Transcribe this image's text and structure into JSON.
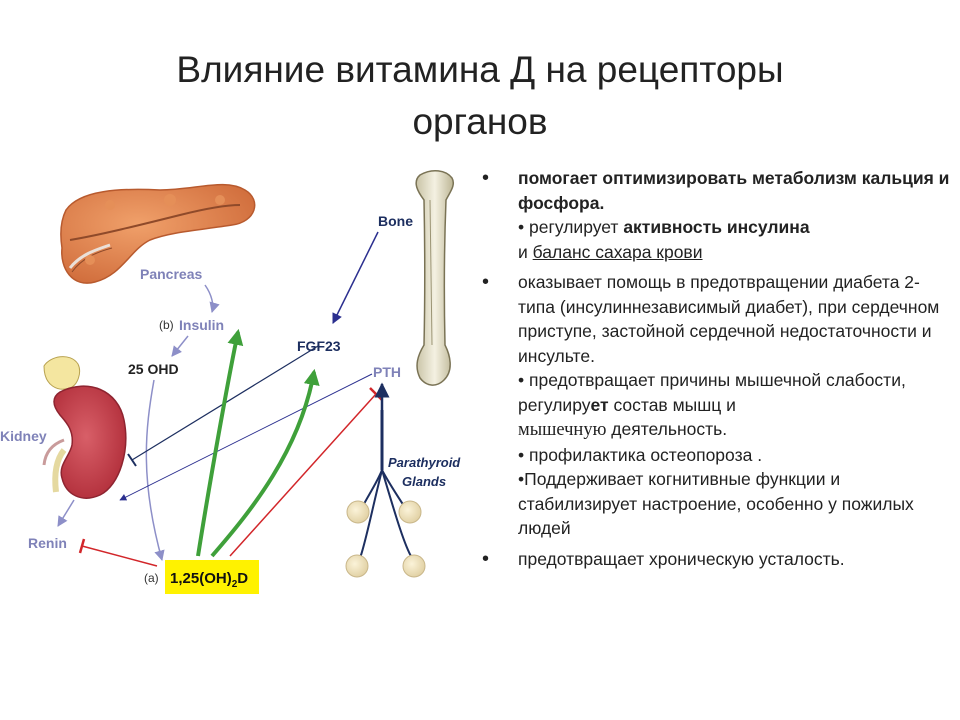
{
  "title": {
    "line1": "Влияние витамина Д на рецепторы",
    "line2": "органов"
  },
  "diagram": {
    "labels": {
      "bone": "Bone",
      "pancreas": "Pancreas",
      "b_marker": "(b)",
      "insulin": "Insulin",
      "fgf23": "FGF23",
      "ohd25": "25 OHD",
      "pth": "PTH",
      "kidney": "Kidney",
      "parathyroid_1": "Parathyroid",
      "parathyroid_2": "Glands",
      "renin": "Renin",
      "a_marker": "(a)",
      "calcitriol_main": "1,25(OH)",
      "calcitriol_sub": "2",
      "calcitriol_end": "D"
    },
    "colors": {
      "blue_arrow": "#2b2f8f",
      "green_arrow": "#3fa03a",
      "red_arrow": "#d2262a",
      "lavender_arrow": "#8d8fc8",
      "label_blue": "#7f82b8",
      "dark_navy": "#1d2f60",
      "highlight": "#fff200"
    }
  },
  "bullets": {
    "b1": {
      "part1": "помогает оптимизировать метаболизм кальция и фосфора.",
      "part2": "• регулирует ",
      "part3": "активность инсулина",
      "part4": "и ",
      "part5": "баланс сахара крови"
    },
    "b2": {
      "part1": "оказывает помощь в предотвращении диабета 2-типа (инсулиннезависимый диабет), при сердечном приступе, застойной сердечной недостаточности и инсульте.",
      "part2": "•  предотвращает причины мышечной слабости,  регулиру",
      "part3": "ет",
      "part4": " состав мышц и",
      "part5": "мышечную",
      "part6": " деятельность.",
      "part7": "• профилактика  остеопороза .",
      "part8": "•Поддерживает когнитивные функции и стабилизирует настроение, особенно у пожилых людей"
    },
    "b3": {
      "part1": "предотвращает хроническую усталость."
    }
  }
}
